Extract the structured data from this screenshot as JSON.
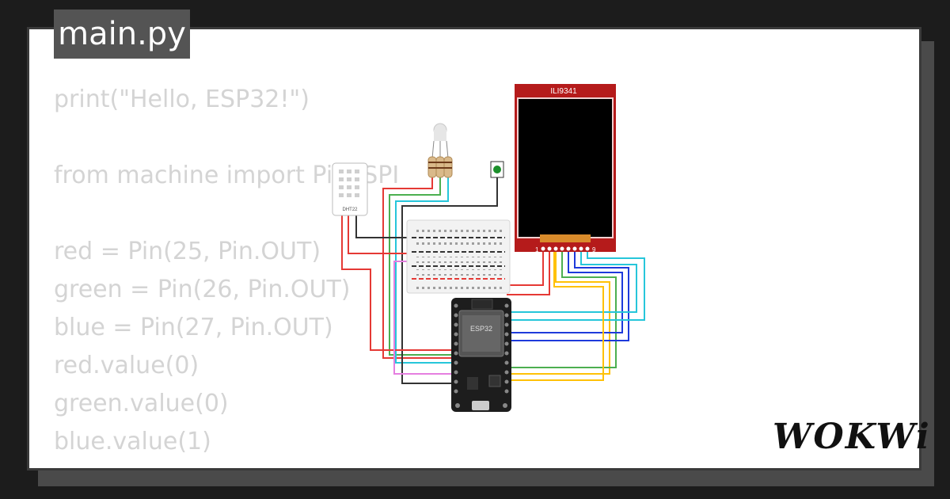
{
  "tab": {
    "filename": "main.py"
  },
  "code": {
    "lines": [
      "print(\"Hello, ESP32!\")",
      "",
      "from machine import Pin, SPI",
      "",
      "red = Pin(25, Pin.OUT)",
      "green = Pin(26, Pin.OUT)",
      "blue = Pin(27, Pin.OUT)",
      "red.value(0)",
      "green.value(0)",
      "blue.value(1)"
    ]
  },
  "circuit": {
    "display_label": "ILI9341",
    "sensor_label": "DHT22",
    "board_label": "ESP32",
    "display_pin_first": "1",
    "display_pin_last": "9"
  },
  "brand": {
    "logo": "WOKWi"
  },
  "colors": {
    "background": "#1c1c1c",
    "code_text": "#d4d4d4",
    "tab_bg": "#545454",
    "display_frame": "#b51b1b"
  }
}
